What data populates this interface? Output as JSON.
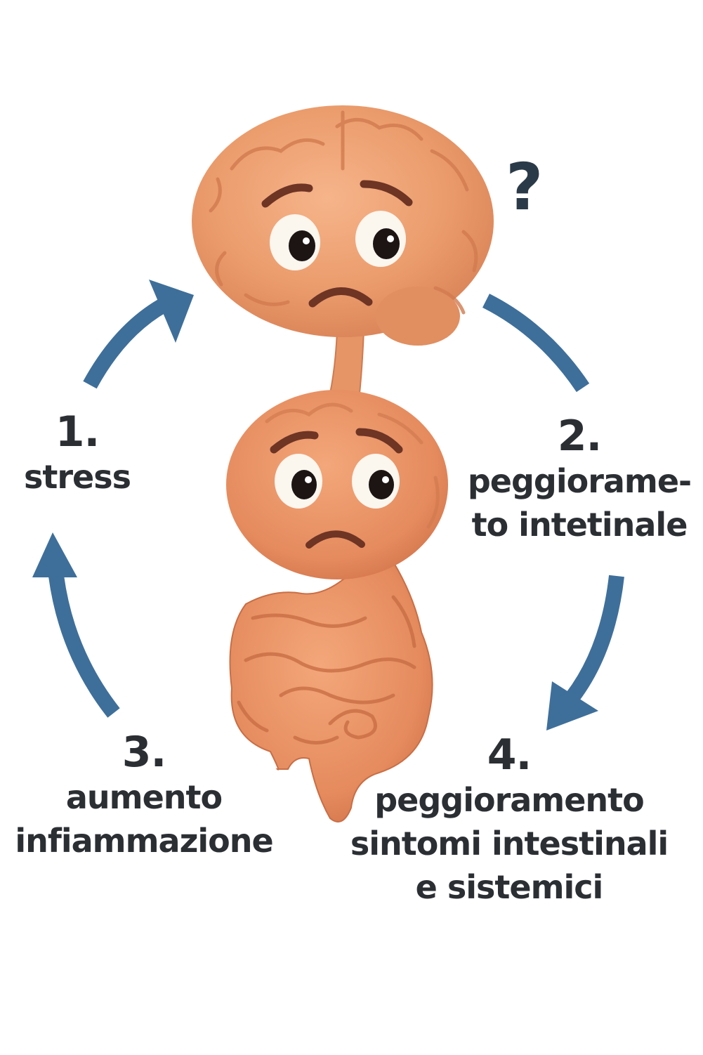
{
  "steps": [
    {
      "number": "1.",
      "text": "stress"
    },
    {
      "number": "2.",
      "text": "peggiorame-\nto intetinale"
    },
    {
      "number": "3.",
      "text": "aumento\ninfiammazione"
    },
    {
      "number": "4.",
      "text": "peggioramento\nsintomi intestinali\ne sistemici"
    }
  ],
  "question_mark": "?",
  "colors": {
    "arrow": "#3e6f9a",
    "organ": "#e89a6a",
    "organ_dark": "#c9714a",
    "text": "#2b2f33"
  },
  "icons": {
    "brain": "sad-brain-icon",
    "gut": "sad-gut-icon",
    "arrows": "cycle-arrow-icon"
  }
}
